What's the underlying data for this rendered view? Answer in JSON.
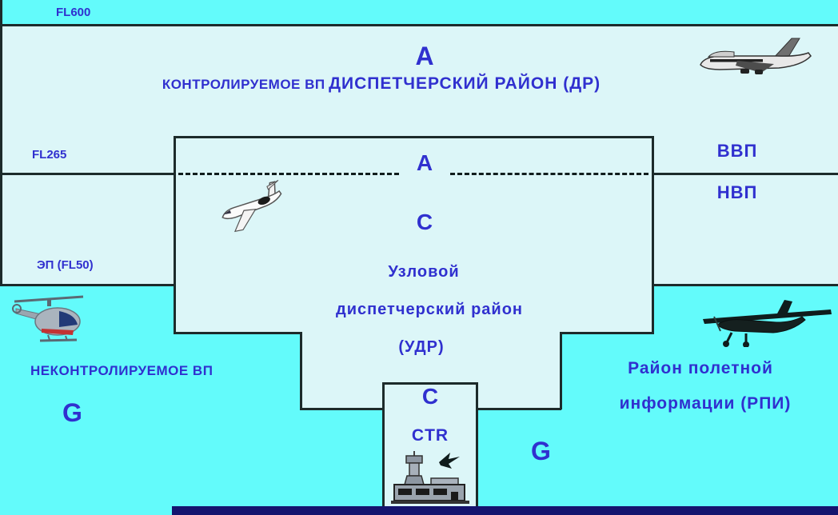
{
  "colors": {
    "uncontrolled_cyan": "#63fbfb",
    "controlled_pale": "#dcf6f8",
    "ground_navy": "#14146e",
    "line_dark": "#1c2b2b",
    "text_blue": "#3030cf"
  },
  "levels": {
    "fl600": "FL600",
    "fl265": "FL265",
    "ep_fl50": "ЭП (FL50)"
  },
  "upper_area": {
    "class_letter": "A",
    "controlled_label": "КОНТРОЛИРУЕМОЕ ВП",
    "area_label": "ДИСПЕТЧЕРСКИЙ  РАЙОН (ДР)"
  },
  "right_side": {
    "vvp": "ВВП",
    "nvp": "НВП",
    "fir_line1": "Район полетной",
    "fir_line2": "информации (РПИ)",
    "class_letter_g": "G"
  },
  "tma_box": {
    "class_letter_a": "A",
    "class_letter_c": "C",
    "name_line1": "Узловой",
    "name_line2": "диспетчерский район",
    "name_line3": "(УДР)"
  },
  "ctr_box": {
    "class_letter": "C",
    "label": "CTR"
  },
  "left_side": {
    "uncontrolled_label": "НЕКОНТРОЛИРУЕМОЕ ВП",
    "class_letter_g": "G"
  },
  "icons": {
    "airliner": "airliner-icon",
    "business_jet": "business-jet-icon",
    "helicopter": "helicopter-icon",
    "light_aircraft": "light-aircraft-icon",
    "airport": "airport-icon"
  }
}
